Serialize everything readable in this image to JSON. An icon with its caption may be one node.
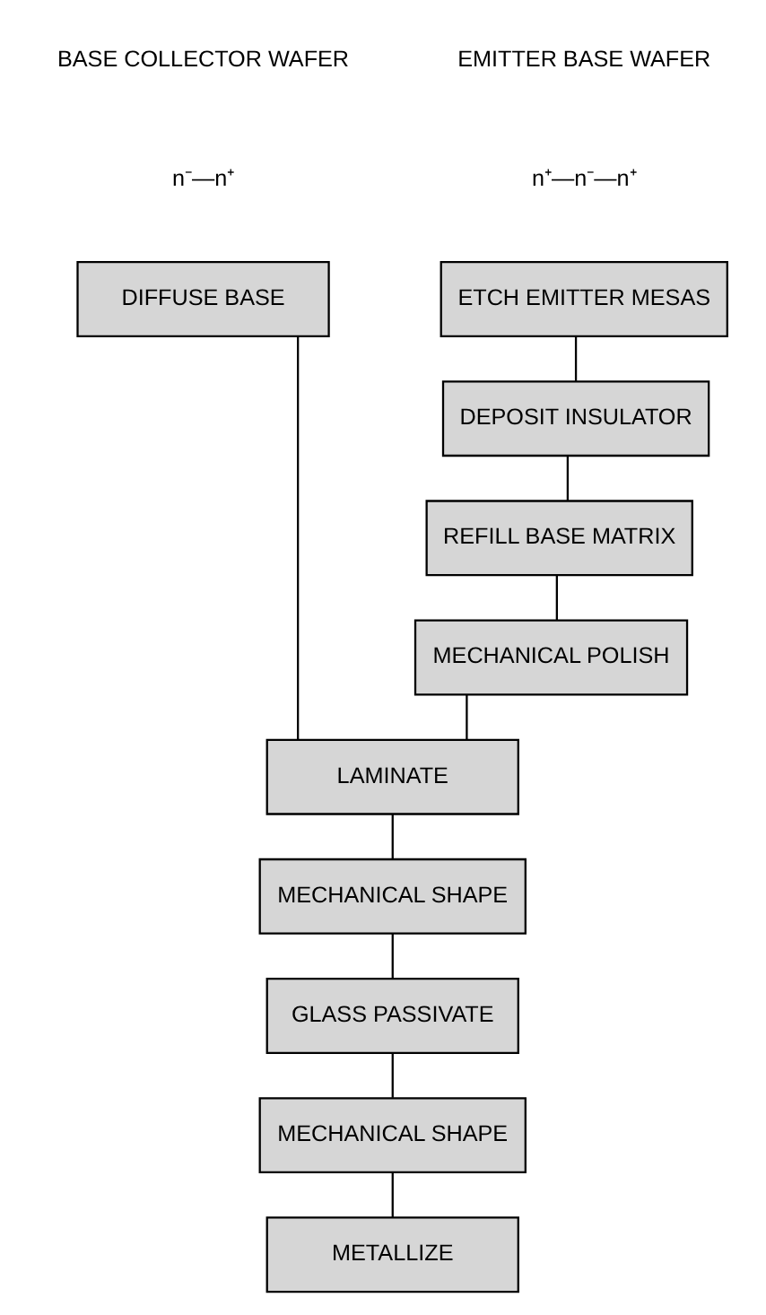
{
  "diagram": {
    "nodes": [
      {
        "text": [
          "ETCH EMITTER MESAS"
        ]
      },
      {
        "text": [
          "DIFFUSE BASE"
        ]
      },
      {
        "text": [
          "DEPOSIT INSULATOR"
        ]
      },
      {
        "text": [
          "REFILL BASE MATRIX"
        ]
      },
      {
        "text": [
          "MECHANICAL POLISH"
        ]
      },
      {
        "text": [
          "LAMINATE"
        ]
      },
      {
        "text": [
          "MECHANICAL SHAPE"
        ]
      },
      {
        "text": [
          "GLASS PASSIVATE"
        ]
      },
      {
        "text": [
          "MECHANICAL SHAPE"
        ]
      },
      {
        "text": [
          "METALLIZE"
        ]
      }
    ],
    "edges": [
      {
        "from": 0,
        "to": 2,
        "arrow": "none"
      },
      {
        "from": 2,
        "to": 3,
        "arrow": "none"
      },
      {
        "from": 3,
        "to": 4,
        "arrow": "none"
      },
      {
        "from": 4,
        "to": 5,
        "arrow": "none"
      },
      {
        "from": 1,
        "to": 5,
        "arrow": "none"
      },
      {
        "from": 5,
        "to": 6,
        "arrow": "none"
      },
      {
        "from": 6,
        "to": 7,
        "arrow": "none"
      },
      {
        "from": 7,
        "to": 8,
        "arrow": "none"
      },
      {
        "from": 8,
        "to": 9,
        "arrow": "none"
      }
    ],
    "labels": [
      "EMITTER BASE WAFER",
      "n⁺—n⁻—n⁺",
      "BASE COLLECTOR WAFER",
      "n⁻—n⁺"
    ]
  }
}
